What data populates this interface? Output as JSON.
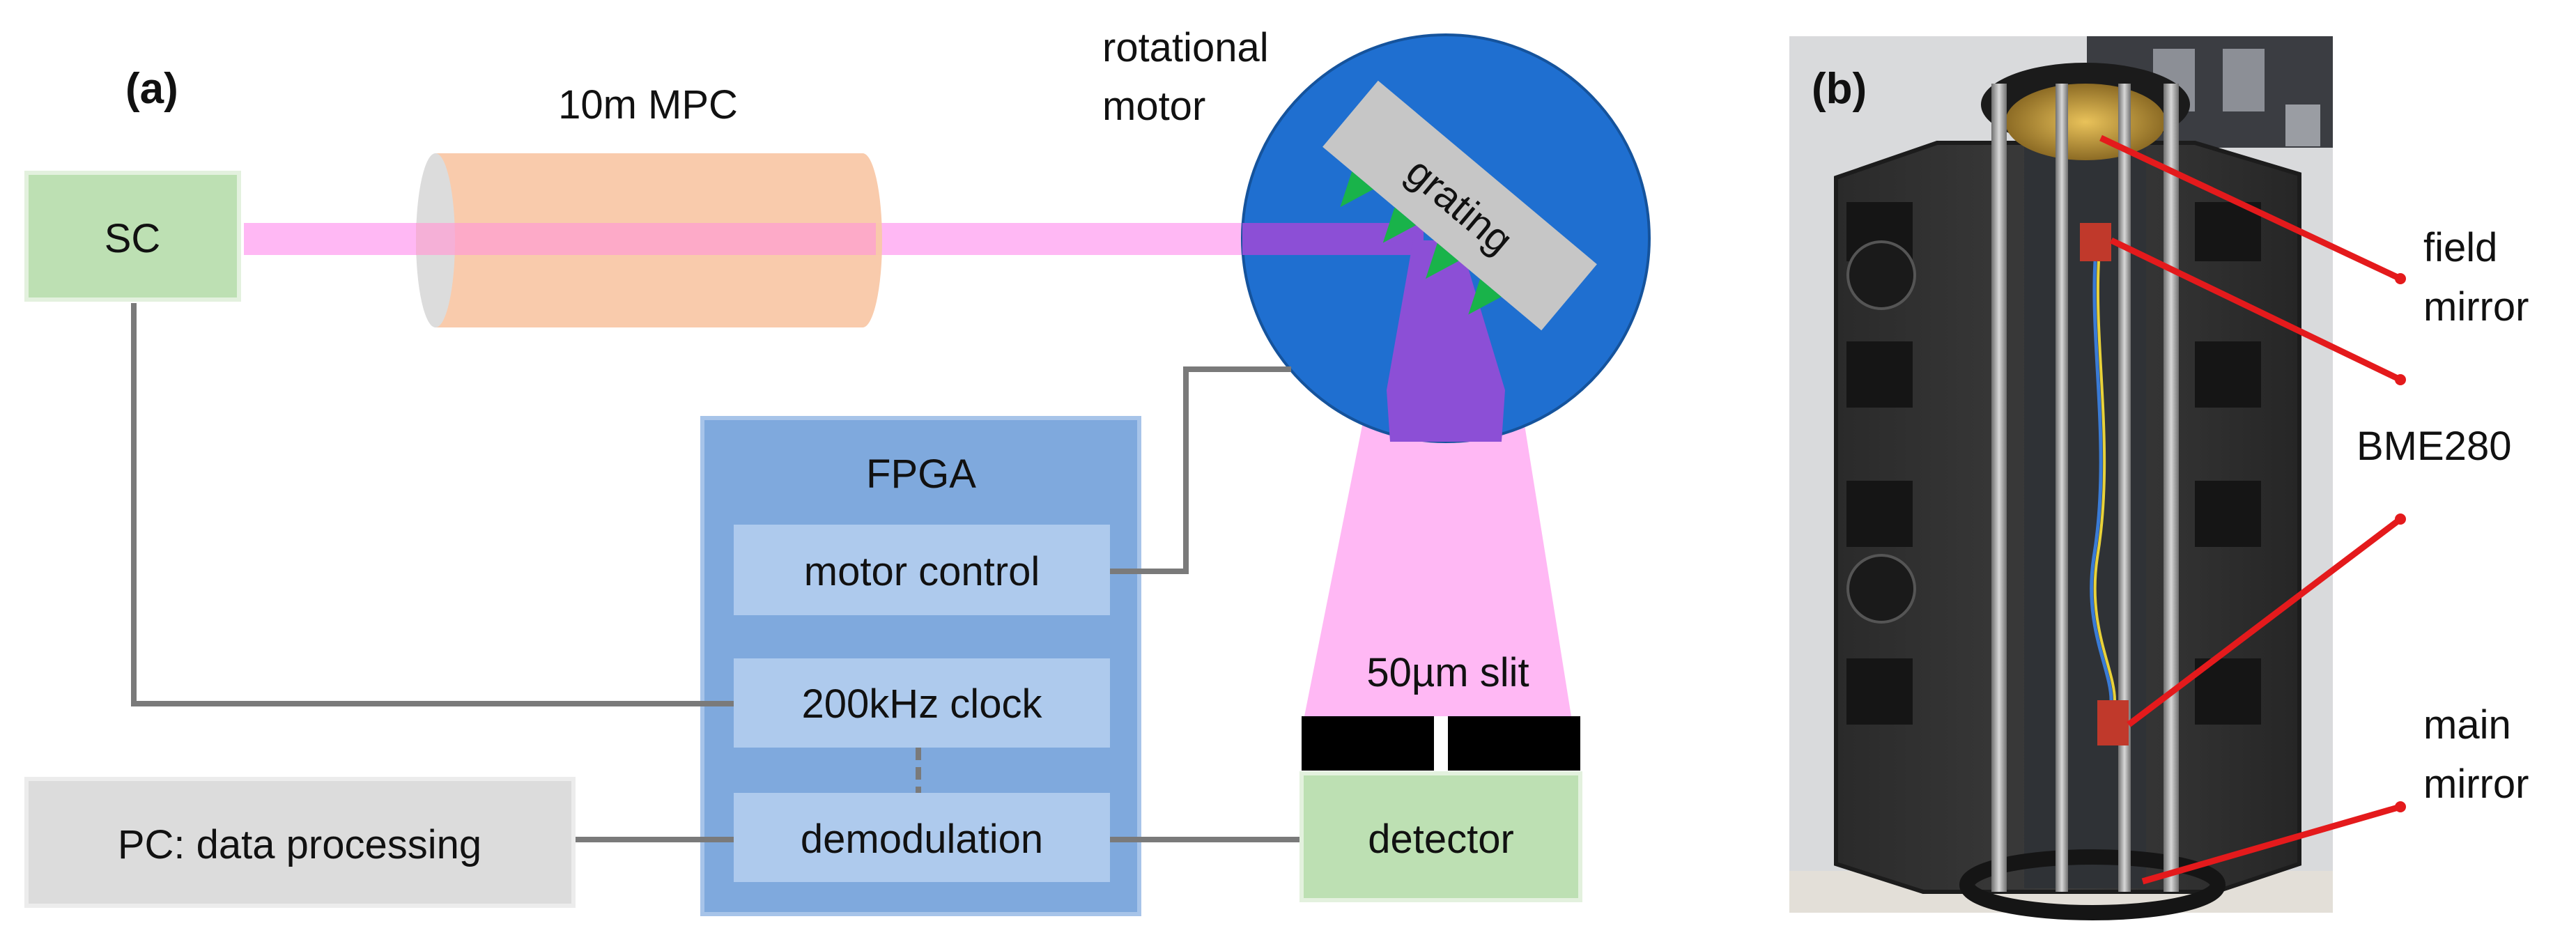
{
  "panel_a": {
    "label": "(a)",
    "sc": "SC",
    "mpc": "10m MPC",
    "motor_label": [
      "rotational",
      "motor"
    ],
    "grating": "grating",
    "fpga": {
      "title": "FPGA",
      "motor_control": "motor control",
      "clock": "200kHz clock",
      "demodulation": "demodulation"
    },
    "pc": "PC: data processing",
    "slit": "50µm slit",
    "detector": "detector"
  },
  "panel_b": {
    "label": "(b)",
    "field_mirror": [
      "field",
      "mirror"
    ],
    "sensor": "BME280",
    "main_mirror": [
      "main",
      "mirror"
    ]
  },
  "colors": {
    "green_box": "#bde0b3",
    "mpc_body": "#f9c8a8",
    "beam": "#ffb8f4",
    "fpga_outer": "#7fa9dd",
    "fpga_inner": "#aecaed",
    "motor_disc": "#1f6fd0",
    "grating_bar": "#c6c6c6",
    "grating_teeth": "#19b34a",
    "gray_box": "#dcdcdc",
    "wire": "#7a7a7a",
    "pointer": "#e41a1c"
  }
}
